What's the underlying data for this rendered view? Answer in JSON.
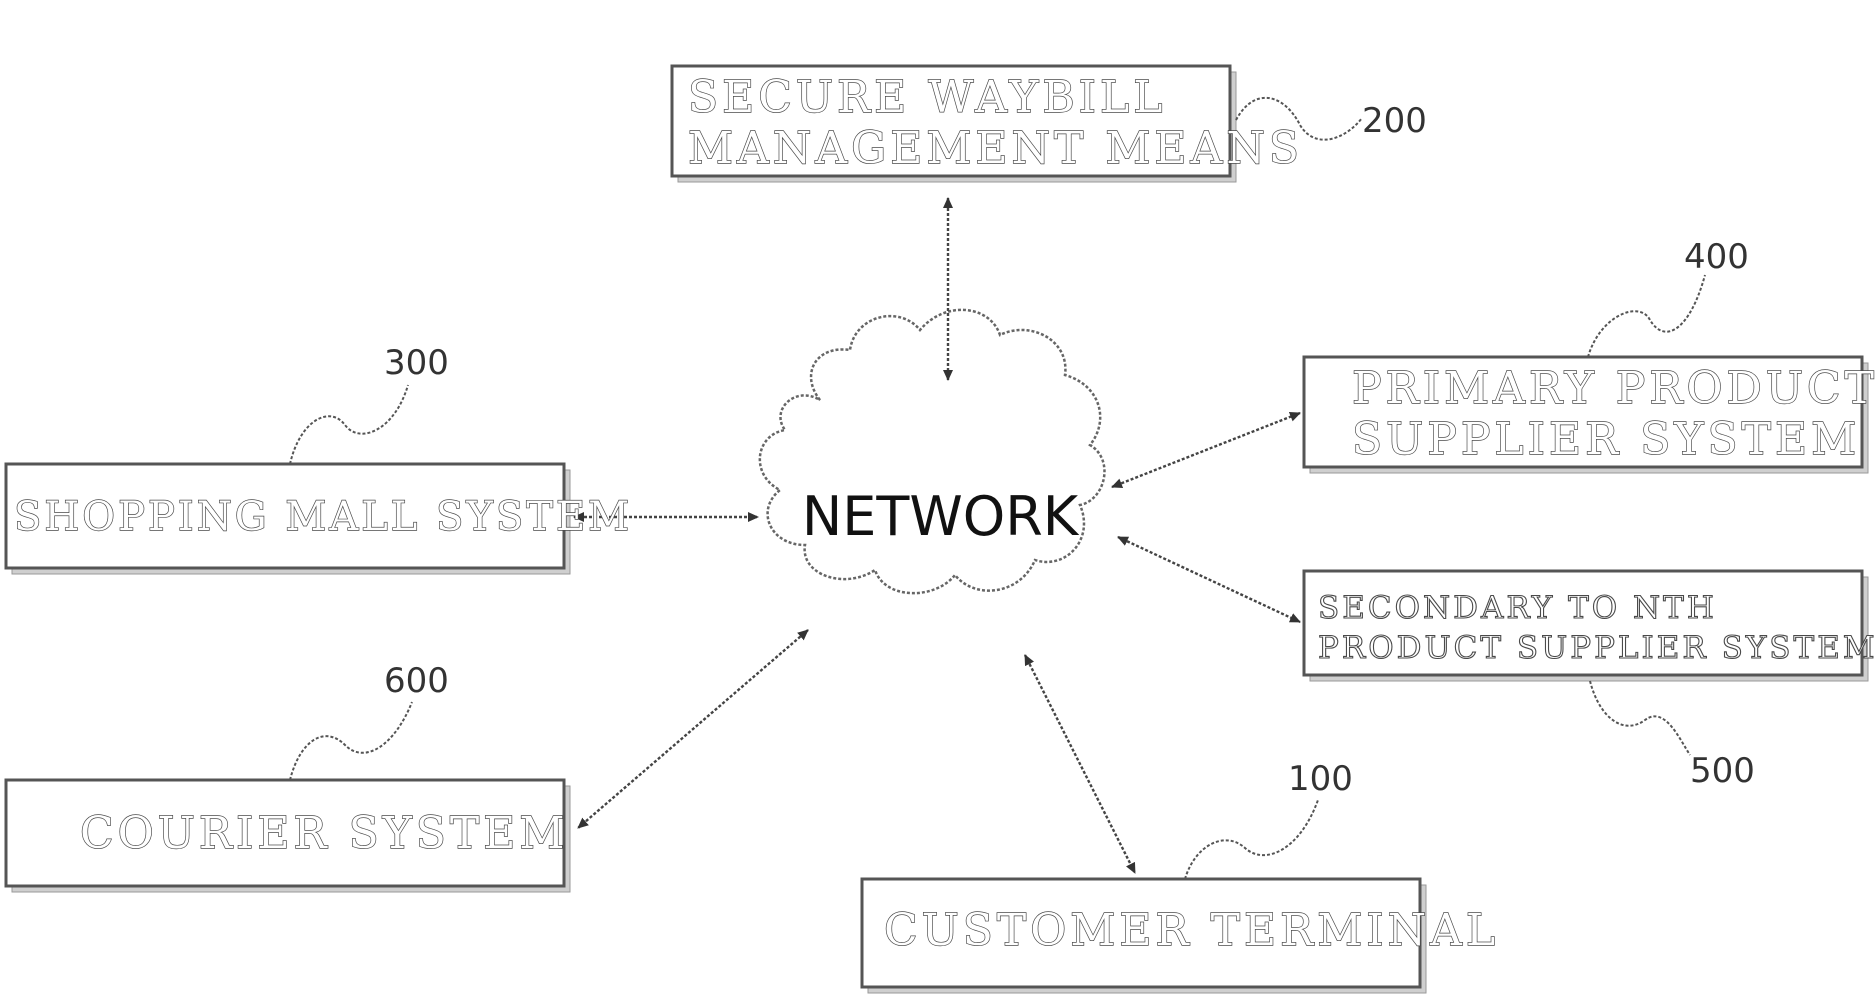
{
  "network": {
    "label": "NETWORK"
  },
  "nodes": {
    "secure_waybill": {
      "line1": "SECURE WAYBILL",
      "line2": "MANAGEMENT MEANS",
      "ref": "200"
    },
    "primary_supplier": {
      "line1": "PRIMARY PRODUCT",
      "line2": "SUPPLIER SYSTEM",
      "ref": "400"
    },
    "shopping_mall": {
      "label": "SHOPPING MALL SYSTEM",
      "ref": "300"
    },
    "secondary_supplier": {
      "line1": "SECONDARY TO NTH",
      "line2": "PRODUCT SUPPLIER SYSTEMS",
      "ref": "500"
    },
    "courier": {
      "label": "COURIER SYSTEM",
      "ref": "600"
    },
    "customer_terminal": {
      "label": "CUSTOMER TERMINAL",
      "ref": "100"
    }
  }
}
